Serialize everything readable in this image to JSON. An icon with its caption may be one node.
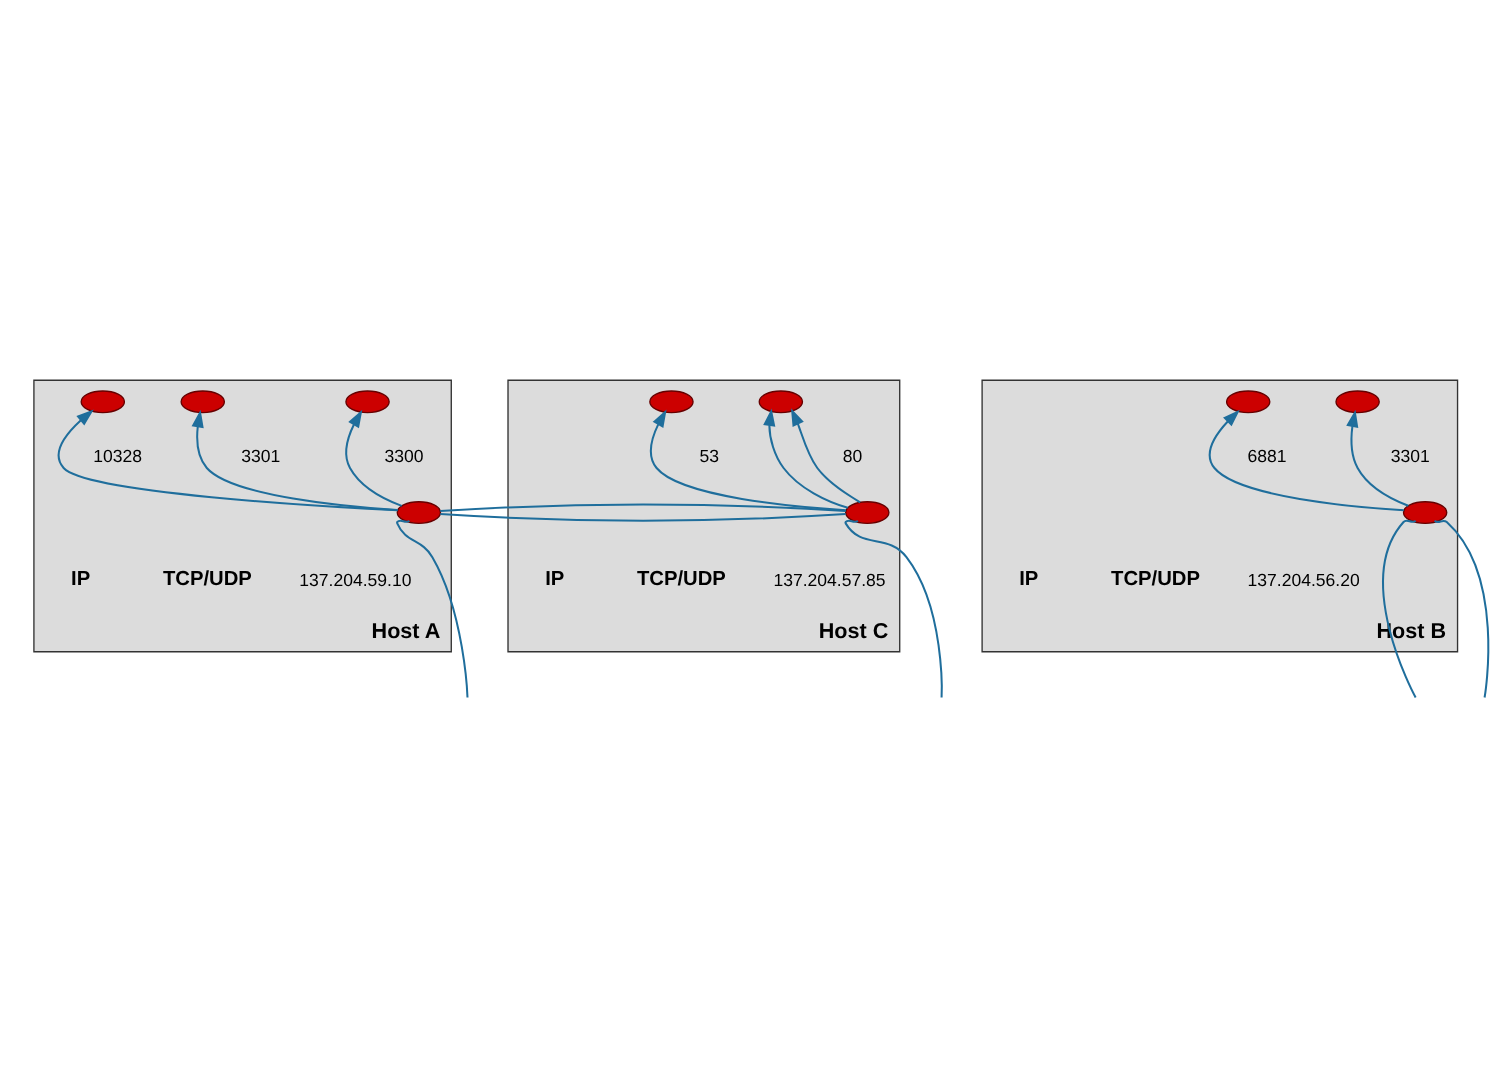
{
  "diagram": {
    "nodes": [
      {
        "text": [
          "Host A"
        ],
        "beside": [
          "TCP/UDP",
          "IP"
        ]
      },
      {
        "text": [],
        "shape": "ellipse",
        "in": 0,
        "beside": [
          "10328"
        ]
      },
      {
        "text": [],
        "shape": "ellipse",
        "in": 0,
        "beside": [
          "3301"
        ]
      },
      {
        "text": [],
        "shape": "ellipse",
        "in": 0,
        "beside": [
          "3300"
        ]
      },
      {
        "text": [],
        "shape": "ellipse",
        "in": 0,
        "beside": [
          "137.204.59.10"
        ]
      },
      {
        "text": [
          "Host C"
        ],
        "beside": [
          "TCP/UDP",
          "IP"
        ]
      },
      {
        "text": [],
        "shape": "ellipse",
        "in": 5,
        "beside": [
          "53"
        ]
      },
      {
        "text": [],
        "shape": "ellipse",
        "in": 5,
        "beside": [
          "80"
        ]
      },
      {
        "text": [],
        "shape": "ellipse",
        "in": 5,
        "beside": [
          "137.204.57.85"
        ]
      },
      {
        "text": [
          "Host B"
        ],
        "beside": [
          "TCP/UDP",
          "IP"
        ]
      },
      {
        "text": [],
        "shape": "ellipse",
        "in": 9,
        "beside": [
          "6881"
        ]
      },
      {
        "text": [],
        "shape": "ellipse",
        "in": 9,
        "beside": [
          "3301"
        ]
      },
      {
        "text": [],
        "shape": "ellipse",
        "in": 9,
        "beside": [
          "137.204.56.20"
        ]
      }
    ],
    "edges": [
      {
        "from": 4,
        "to": 1,
        "arrow": "to"
      },
      {
        "from": 4,
        "to": 2,
        "arrow": "to"
      },
      {
        "from": 4,
        "to": 3,
        "arrow": "to"
      },
      {
        "from": 8,
        "to": 6,
        "arrow": "to"
      },
      {
        "from": 8,
        "to": 7,
        "arrow": "to"
      },
      {
        "from": 8,
        "to": 7,
        "arrow": "to"
      },
      {
        "from": 12,
        "to": 10,
        "arrow": "to"
      },
      {
        "from": 12,
        "to": 11,
        "arrow": "to"
      },
      {
        "from": 4,
        "to": 8,
        "arrow": "none"
      },
      {
        "from": 4,
        "to": 8,
        "arrow": "none"
      },
      {
        "from": null,
        "to": 4,
        "arrow": "none"
      },
      {
        "from": null,
        "to": 8,
        "arrow": "none"
      },
      {
        "from": null,
        "to": 12,
        "arrow": "none"
      },
      {
        "from": null,
        "to": 12,
        "arrow": "none"
      }
    ]
  }
}
